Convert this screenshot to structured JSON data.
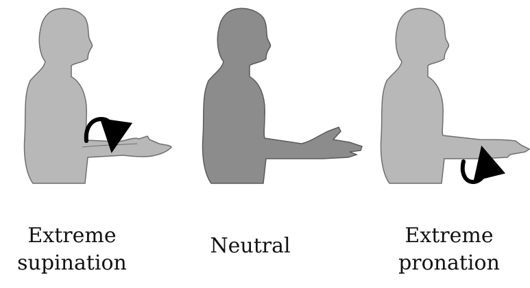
{
  "figures": [
    {
      "id": "supination",
      "label_lines": [
        "Extreme",
        "supination"
      ],
      "body_color": "#b8b8b8",
      "rotation_arrow": "clockwise-above-forearm"
    },
    {
      "id": "neutral",
      "label_lines": [
        "Neutral"
      ],
      "body_color": "#8c8c8c",
      "rotation_arrow": "none"
    },
    {
      "id": "pronation",
      "label_lines": [
        "Extreme",
        "pronation"
      ],
      "body_color": "#b8b8b8",
      "rotation_arrow": "counterclockwise-below-forearm"
    }
  ],
  "outline_color": "#6e6e6e",
  "arrow_color": "#000000"
}
